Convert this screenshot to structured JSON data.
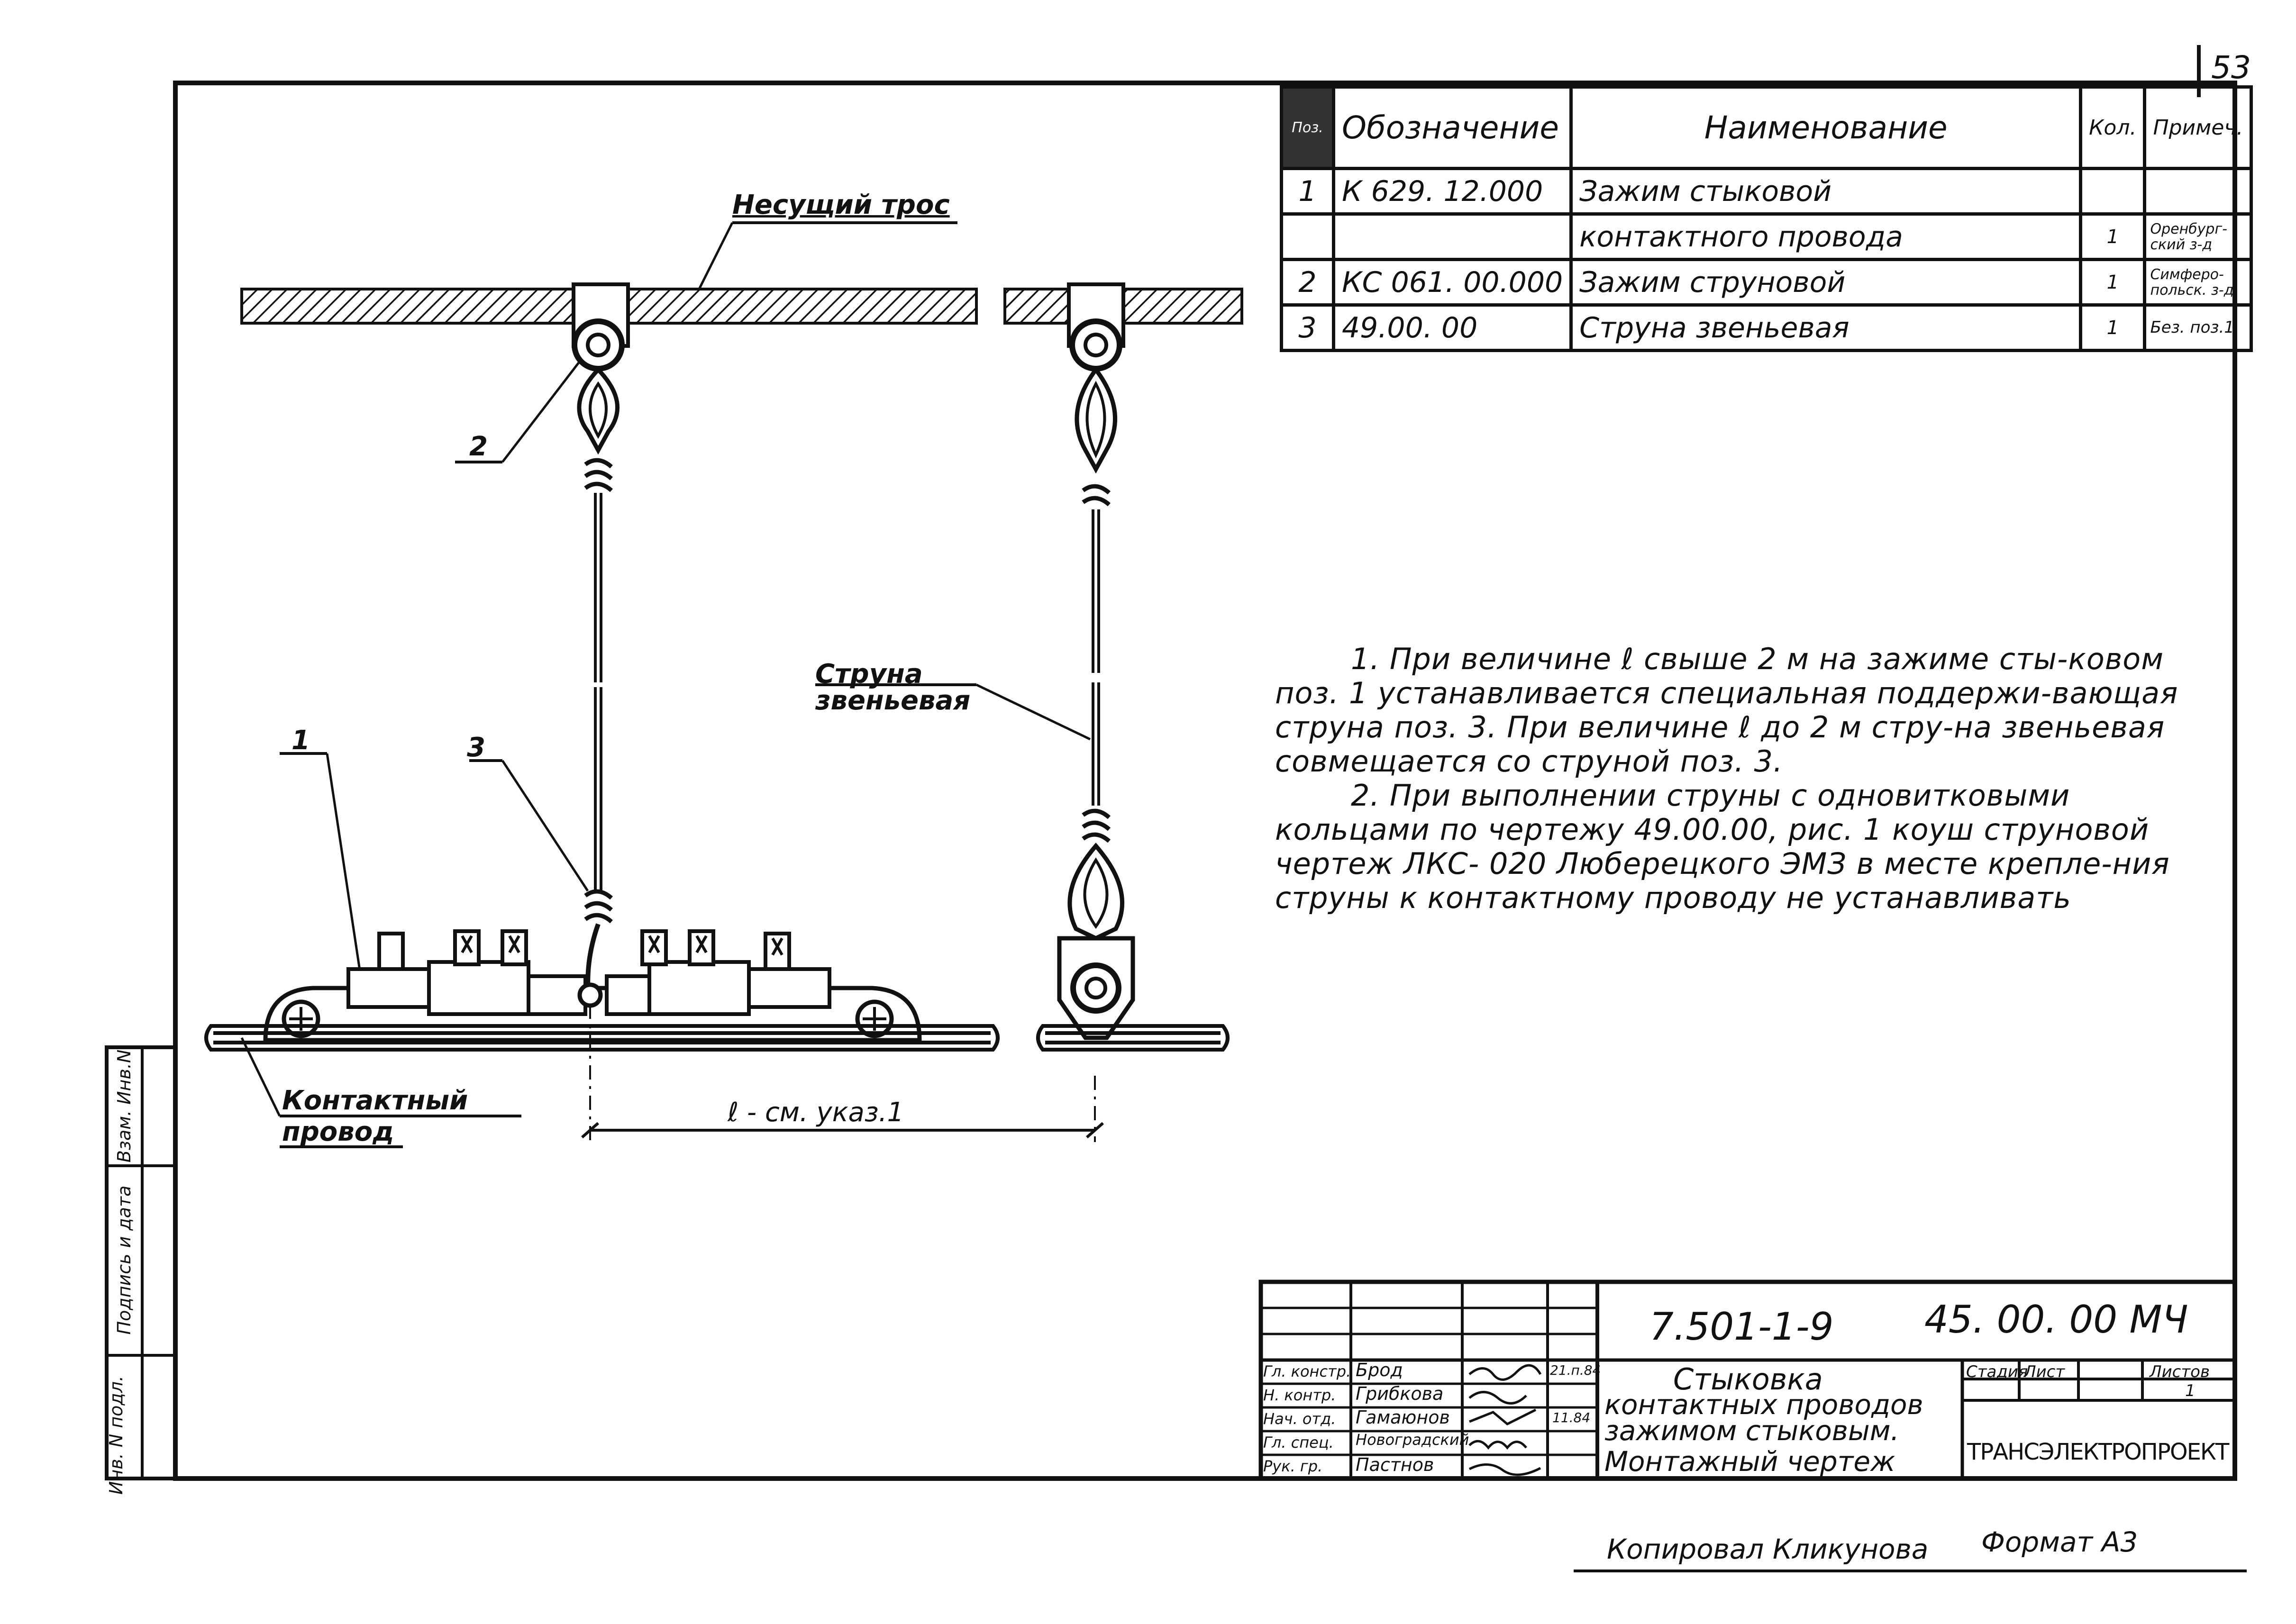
{
  "page_number": "53",
  "spec_table": {
    "headers": {
      "pos": "Поз.",
      "designation": "Обозначение",
      "name": "Наименование",
      "qty": "Кол.",
      "note": "Примеч."
    },
    "rows": [
      {
        "pos": "1",
        "designation": "К 629. 12.000",
        "name": "Зажим стыковой",
        "qty": "",
        "note": ""
      },
      {
        "pos": "",
        "designation": "",
        "name": "контактного провода",
        "qty": "1",
        "note": "Оренбург-ский з-д"
      },
      {
        "pos": "2",
        "designation": "КС 061. 00.000",
        "name": "Зажим струновой",
        "qty": "1",
        "note": "Симферо-польск. з-д"
      },
      {
        "pos": "3",
        "designation": "49.00. 00",
        "name": "Струна звеньевая",
        "qty": "1",
        "note": "Без. поз.1"
      }
    ]
  },
  "drawing_labels": {
    "carrier_cable": "Несущий трос",
    "dropper": "Струна звеньевая",
    "contact_wire": "Контактный провод",
    "dimension": "ℓ - см. указ.1",
    "callout_1": "1",
    "callout_2": "2",
    "callout_3": "3"
  },
  "notes": [
    "1. При величине ℓ свыше 2 м на зажиме сты-ковом поз. 1 устанавливается специальная поддержи-вающая струна поз. 3. При величине ℓ до 2 м стру-на звеньевая совмещается со струной поз. 3.",
    "2. При выполнении струны с одновитковыми кольцами по чертежу 49.00.00, рис. 1 коуш струновой чертеж ЛКС- 020 Люберецкого ЭМЗ в месте крепле-ния струны к контактному проводу не устанавливать"
  ],
  "left_margin_labels": [
    "Инв. N подл.",
    "Подпись и дата",
    "Взам. Инв.N"
  ],
  "title_block": {
    "doc_code": "7.501-1-9",
    "drawing_number": "45. 00. 00 МЧ",
    "title_lines": [
      "Стыковка",
      "контактных проводов",
      "зажимом стыковым.",
      "Монтажный чертеж"
    ],
    "stage_label": "Стадия",
    "sheet_label": "Лист",
    "sheets_label": "Листов",
    "sheets_value": "1",
    "organization": "ТРАНСЭЛЕКТРОПРОЕКТ",
    "roles": [
      {
        "role": "Гл. констр.",
        "name": "Брод",
        "date": "21.п.84"
      },
      {
        "role": "Н. контр.",
        "name": "Грибкова",
        "date": ""
      },
      {
        "role": "Нач. отд.",
        "name": "Гамаюнов",
        "date": "11.84"
      },
      {
        "role": "Гл. спец.",
        "name": "Новоградский",
        "date": ""
      },
      {
        "role": "Рук. гр.",
        "name": "Пастнов",
        "date": ""
      }
    ]
  },
  "footer": {
    "copied_by": "Копировал Кликунова",
    "format": "Формат А3"
  }
}
